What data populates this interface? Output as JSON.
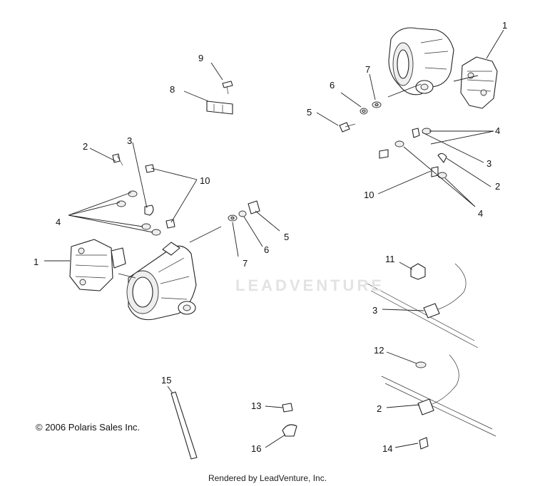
{
  "callouts": {
    "c9": "9",
    "c8": "8",
    "c1_left": "1",
    "c2_left": "2",
    "c3_left": "3",
    "c4_left": "4",
    "c10_left": "10",
    "c5_left": "5",
    "c6_left": "6",
    "c7_left": "7",
    "c1_right": "1",
    "c7_right": "7",
    "c6_right": "6",
    "c5_right": "5",
    "c4_right_top": "4",
    "c3_right": "3",
    "c2_right": "2",
    "c10_right": "10",
    "c4_right_bottom": "4",
    "c11": "11",
    "c3_clamp": "3",
    "c12": "12",
    "c2_clamp": "2",
    "c15": "15",
    "c13": "13",
    "c16": "16",
    "c14": "14"
  },
  "copyright": "© 2006 Polaris Sales Inc.",
  "watermark": "LEADVENTURE",
  "footer": "Rendered by LeadVenture, Inc."
}
